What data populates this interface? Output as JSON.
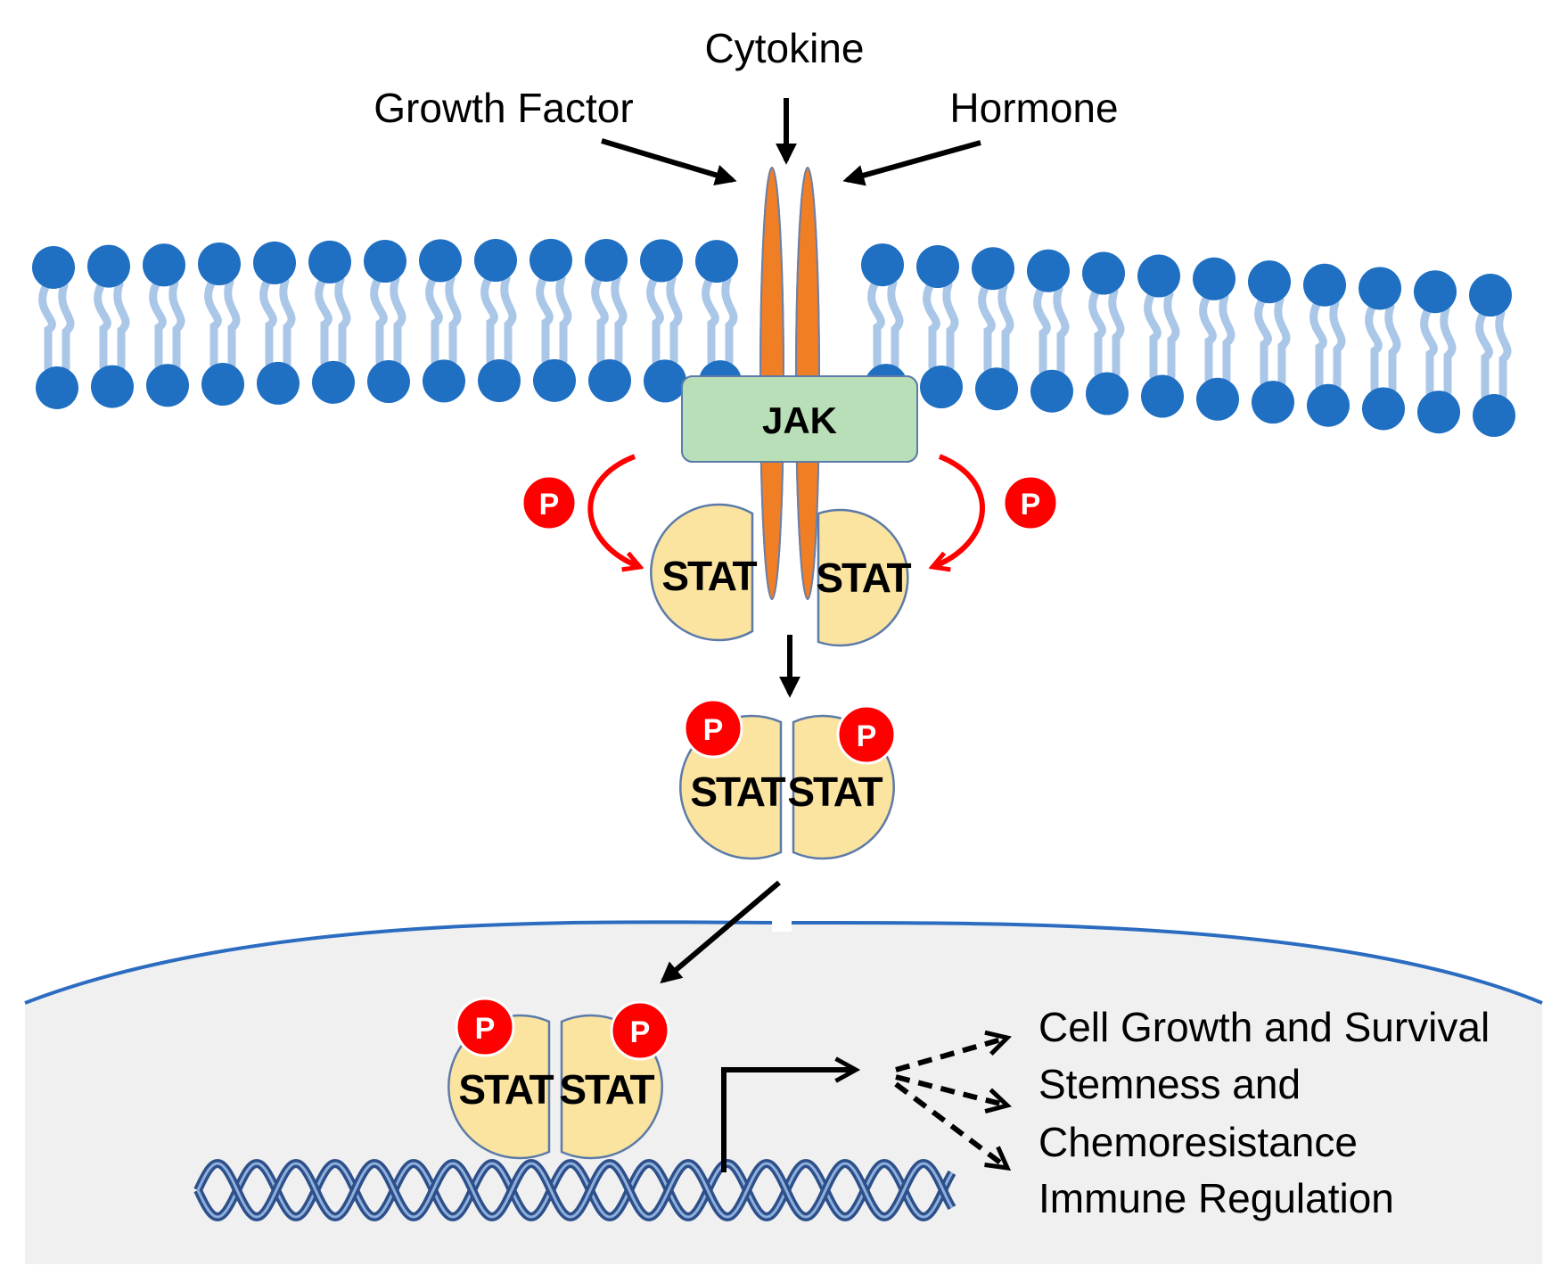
{
  "signals": {
    "cytokine": "Cytokine",
    "growth_factor": "Growth Factor",
    "hormone": "Hormone"
  },
  "kinase": {
    "label": "JAK"
  },
  "stat_label": "STAT",
  "phospho_label": "P",
  "outcomes": [
    "Cell Growth and Survival",
    "Stemness and",
    "Chemoresistance",
    "Immune Regulation"
  ],
  "colors": {
    "lipid_head": "#1f6fc2",
    "lipid_tail": "#aac7e8",
    "receptor": "#f07e24",
    "jak_fill": "#b8dfb8",
    "stat_fill": "#fbe3a0",
    "phospho": "#ff0000",
    "nucleus": "#f0f0f0",
    "nuclear_envelope": "#2b6cc0",
    "dna": "#2d4f8a"
  },
  "icons": {
    "membrane": "lipid-bilayer-icon",
    "dna": "dna-helix-icon"
  }
}
